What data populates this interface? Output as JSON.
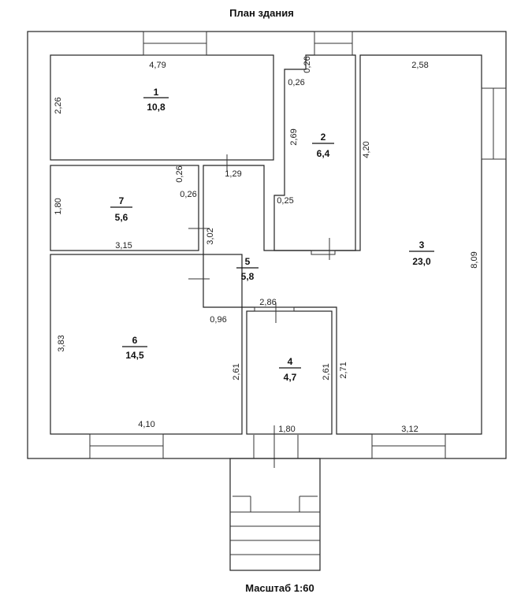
{
  "title": "План здания",
  "scale": "Масштаб 1:60",
  "rooms": [
    {
      "number": "1",
      "area": "10,8"
    },
    {
      "number": "2",
      "area": "6,4"
    },
    {
      "number": "3",
      "area": "23,0"
    },
    {
      "number": "4",
      "area": "4,7"
    },
    {
      "number": "5",
      "area": "5,8"
    },
    {
      "number": "6",
      "area": "14,5"
    },
    {
      "number": "7",
      "area": "5,6"
    }
  ],
  "dimensions": {
    "r1_width": "4,79",
    "r1_height": "2,26",
    "r1_door": "1,29",
    "r2_top_a": "0,26",
    "r2_top_b": "0,26",
    "r2_side": "2,69",
    "r2_bottom": "0,25",
    "r3_top": "2,58",
    "r3_left": "4,20",
    "r3_right": "8,09",
    "r3_lower": "2,71",
    "r3_bottom": "3,12",
    "r7_notch_a": "0,26",
    "r7_notch_b": "0,26",
    "r7_height": "1,80",
    "r7_width": "3,15",
    "r5_height": "3,02",
    "r4_top": "2,86",
    "r4_offset": "0,96",
    "r4_left": "2,61",
    "r4_right": "2,61",
    "r4_bottom": "1,80",
    "r6_height": "3,83",
    "r6_width": "4,10"
  }
}
